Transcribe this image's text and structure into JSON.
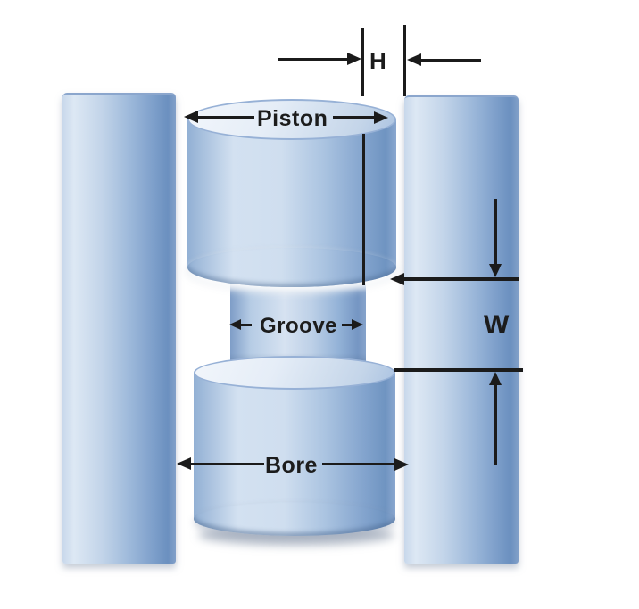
{
  "labels": {
    "h_dimension": "H",
    "w_dimension": "W",
    "piston": "Piston",
    "groove": "Groove",
    "bore": "Bore"
  },
  "colors": {
    "background": "#ffffff",
    "line": "#1b1b1b",
    "text": "#1c1c1c",
    "cylinder_highlight": "#d6e2f1",
    "cylinder_shadow": "#6b90bf"
  }
}
